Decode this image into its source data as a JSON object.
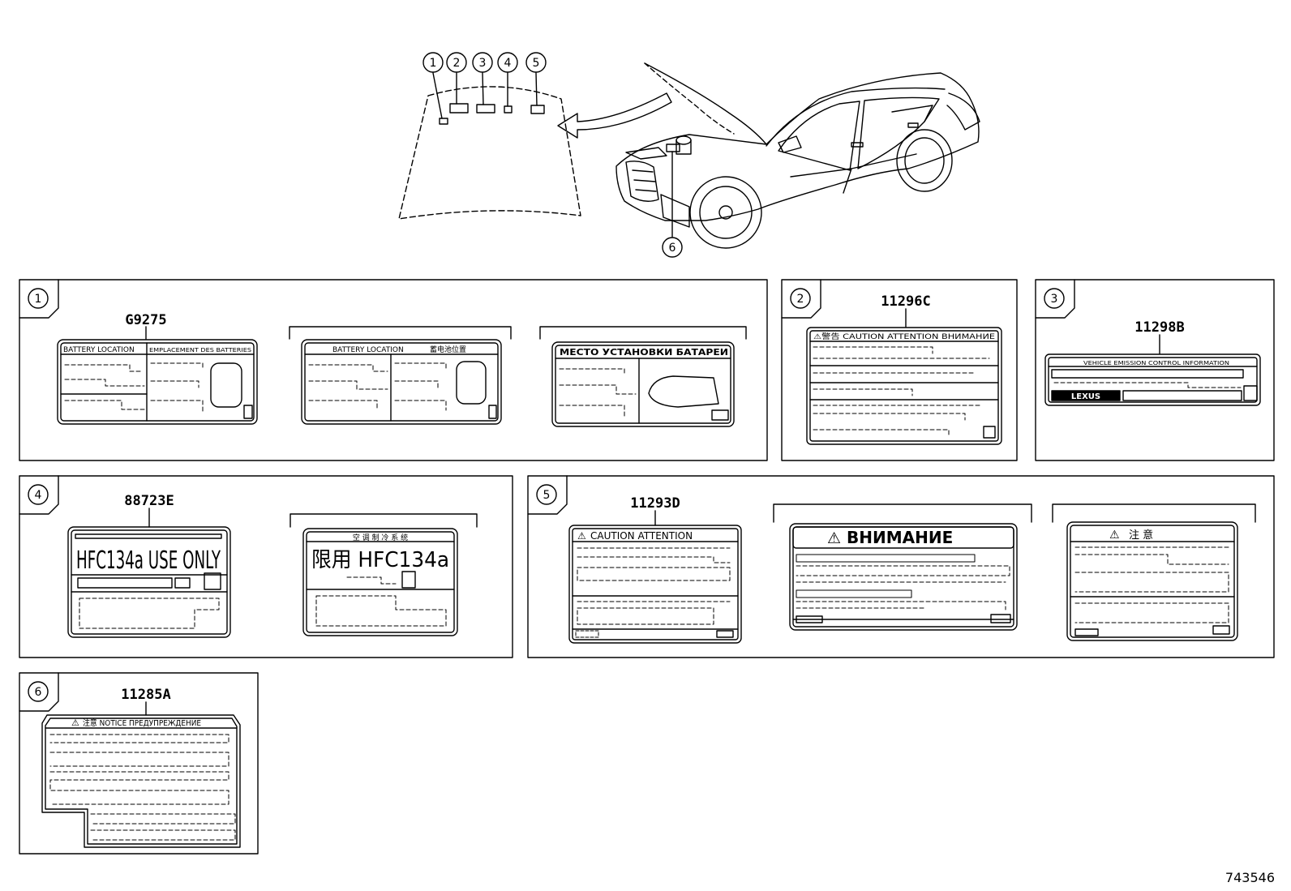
{
  "figure_id": "743546",
  "callout_numbers": [
    "1",
    "2",
    "3",
    "4",
    "5",
    "6"
  ],
  "panels": [
    {
      "number": "1",
      "part_number": "G9275",
      "labels": [
        {
          "header_left": "BATTERY LOCATION",
          "header_right": "EMPLACEMENT DES BATTERIES"
        },
        {
          "header_left": "BATTERY LOCATION",
          "header_right": "蓄电池位置"
        },
        {
          "header_left": "МЕСТО УСТАНОВКИ БАТАРЕИ"
        }
      ]
    },
    {
      "number": "2",
      "part_number": "11296C",
      "labels": [
        {
          "header": "⚠警告 CAUTION ATTENTION ВНИМАНИЕ"
        }
      ]
    },
    {
      "number": "3",
      "part_number": "11298B",
      "labels": [
        {
          "header": "VEHICLE EMISSION CONTROL INFORMATION",
          "logo": "LEXUS"
        }
      ]
    },
    {
      "number": "4",
      "part_number": "88723E",
      "labels": [
        {
          "title": "HFC134a USE ONLY"
        },
        {
          "header": "空 调 制 冷 系 统",
          "title": "限用 HFC134a"
        }
      ]
    },
    {
      "number": "5",
      "part_number": "11293D",
      "labels": [
        {
          "header": "CAUTION    ATTENTION"
        },
        {
          "header": "ВНИМАНИЕ"
        },
        {
          "header": "注  意"
        }
      ]
    },
    {
      "number": "6",
      "part_number": "11285A",
      "labels": [
        {
          "header": "注意 NOTICE ПРЕДУПРЕЖДЕНИЕ"
        }
      ]
    }
  ]
}
